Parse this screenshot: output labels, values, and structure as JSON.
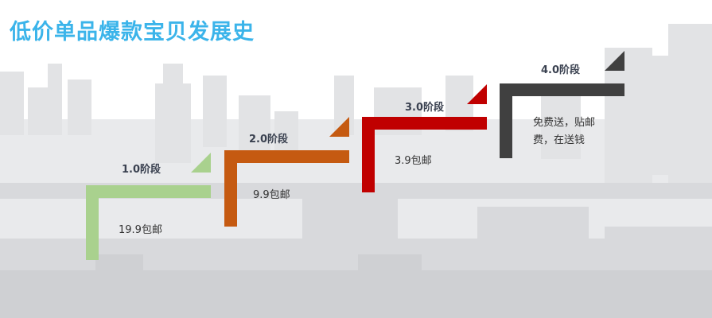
{
  "title": "低价单品爆款宝贝发展史",
  "colors": {
    "title": "#3bb4ea",
    "stage1": "#a9d18e",
    "stage2": "#c55a11",
    "stage3": "#c00000",
    "stage4": "#404040"
  },
  "stages": [
    {
      "label": "1.0阶段",
      "desc": [
        "19.9包邮"
      ]
    },
    {
      "label": "2.0阶段",
      "desc": [
        "9.9包邮"
      ]
    },
    {
      "label": "3.0阶段",
      "desc": [
        "3.9包邮"
      ]
    },
    {
      "label": "4.0阶段",
      "desc": [
        "免费送，贴邮",
        "费，在送钱"
      ]
    }
  ]
}
